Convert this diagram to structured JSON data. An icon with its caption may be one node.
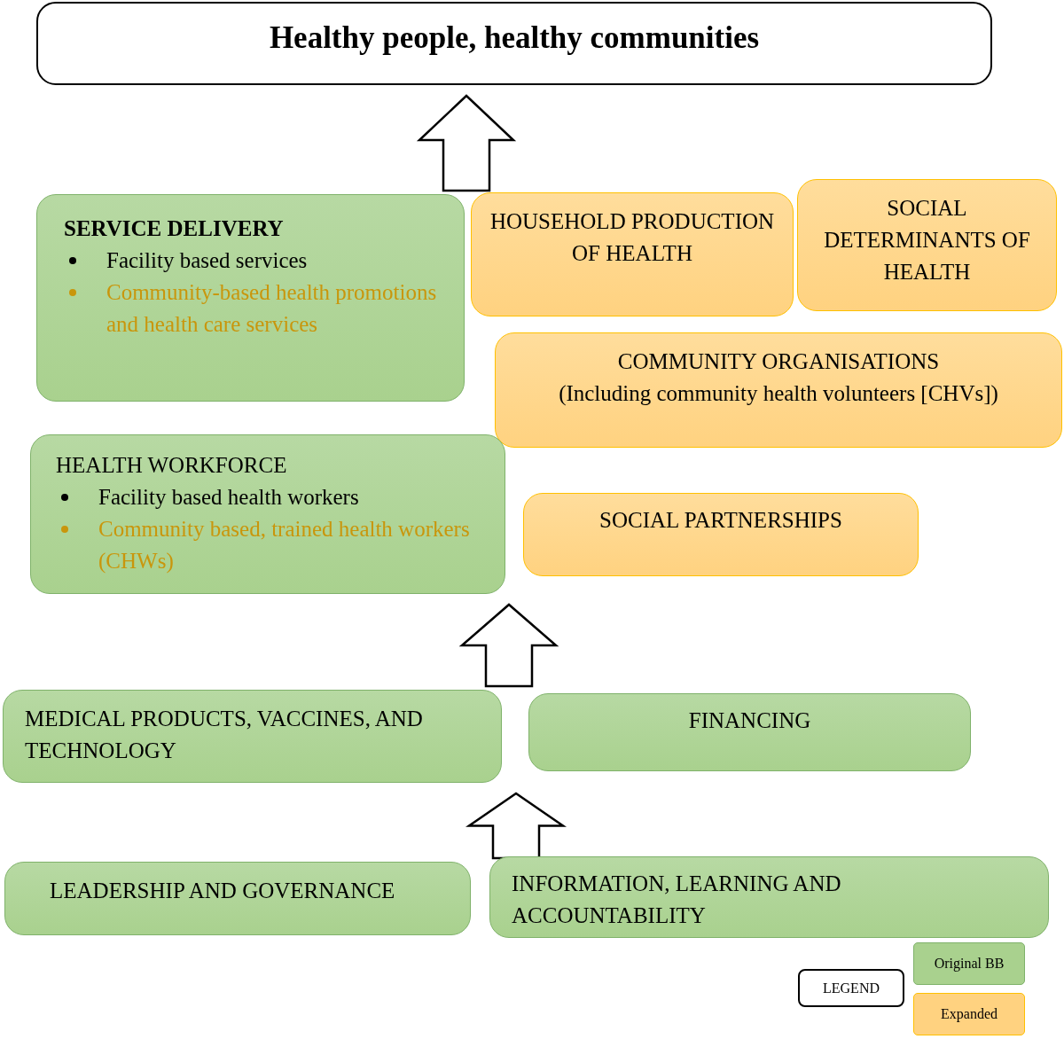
{
  "diagram": {
    "nodes": [
      {
        "text": [
          "Healthy people, healthy communities"
        ]
      },
      {
        "text": [
          "SERVICE DELIVERY",
          "Facility based services",
          "Community-based health promotions and health care services"
        ]
      },
      {
        "text": [
          "HOUSEHOLD PRODUCTION OF HEALTH"
        ]
      },
      {
        "text": [
          "SOCIAL DETERMINANTS OF HEALTH"
        ]
      },
      {
        "text": [
          "COMMUNITY ORGANISATIONS",
          "(Including community health volunteers [CHVs])"
        ]
      },
      {
        "text": [
          "HEALTH WORKFORCE",
          "Facility based health workers",
          "Community based, trained health workers (CHWs)"
        ]
      },
      {
        "text": [
          "SOCIAL PARTNERSHIPS"
        ]
      },
      {
        "text": [
          "MEDICAL PRODUCTS, VACCINES, AND TECHNOLOGY"
        ]
      },
      {
        "text": [
          "FINANCING"
        ]
      },
      {
        "text": [
          "LEADERSHIP AND GOVERNANCE"
        ]
      },
      {
        "text": [
          "INFORMATION, LEARNING AND ACCOUNTABILITY"
        ]
      }
    ],
    "edges": [
      {
        "from": 1,
        "to": 0,
        "arrow": "to",
        "style": "thick"
      },
      {
        "from": 7,
        "to": 5,
        "arrow": "to",
        "style": "thick"
      },
      {
        "from": 9,
        "to": 7,
        "arrow": "to",
        "style": "thick"
      }
    ],
    "labels": [
      "LEGEND"
    ],
    "legend": [
      {
        "text": "Original BB",
        "color": "#a9d18e"
      },
      {
        "text": "Expanded",
        "color": "#ffd280"
      }
    ]
  }
}
